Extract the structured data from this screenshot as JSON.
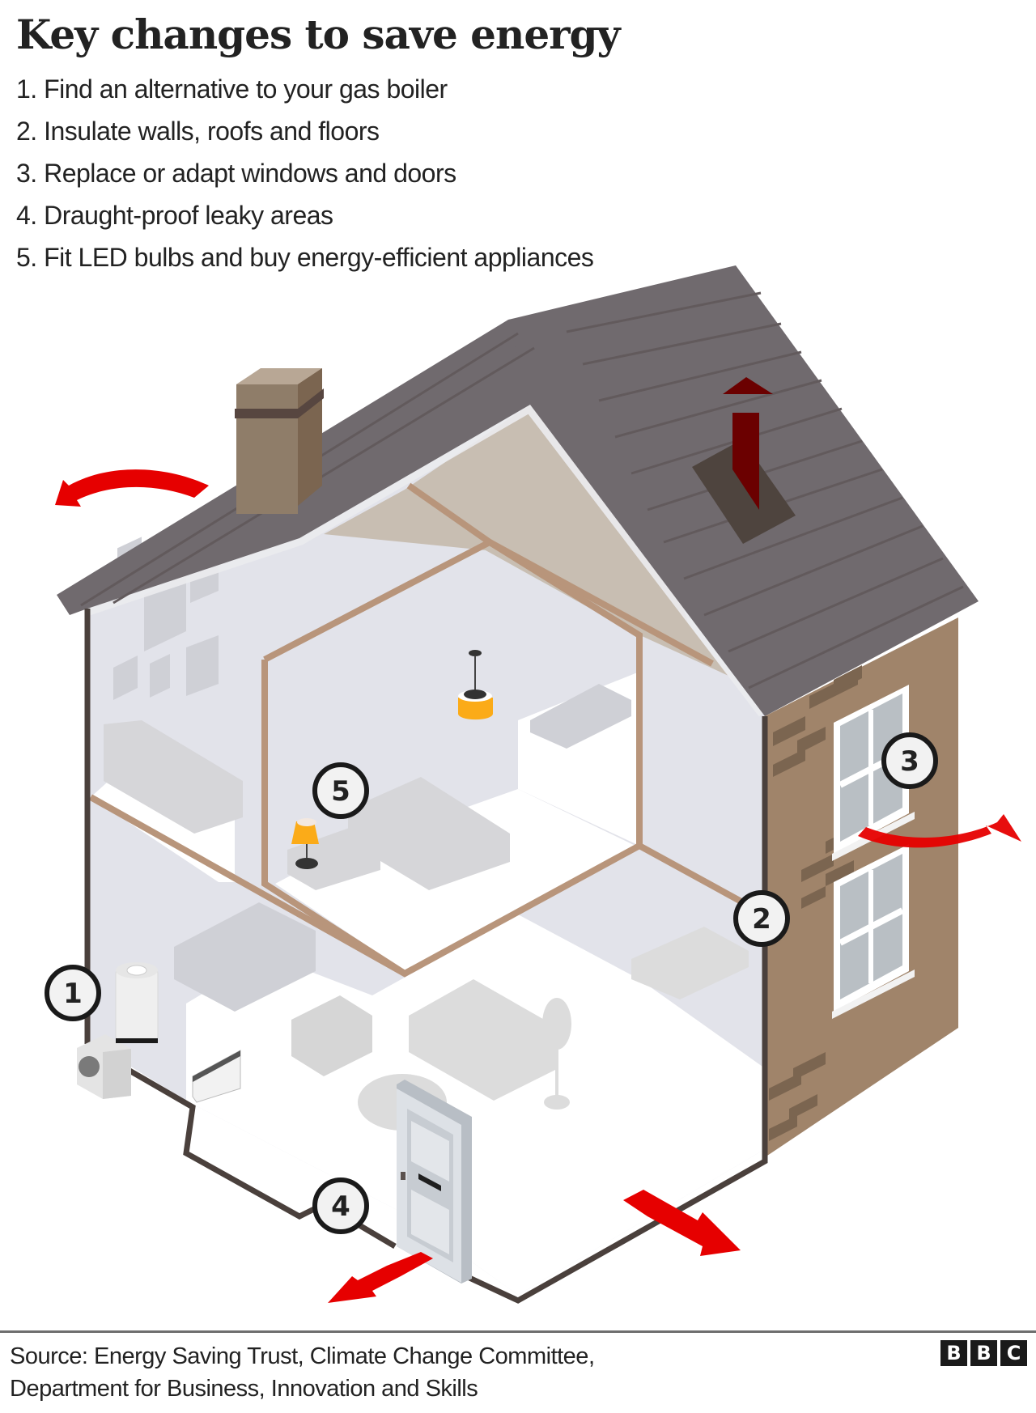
{
  "title": "Key changes to save energy",
  "steps": [
    {
      "number": "1",
      "label": "1. Find an alternative to your gas boiler"
    },
    {
      "number": "2",
      "label": "2. Insulate walls, roofs and floors"
    },
    {
      "number": "3",
      "label": "3. Replace or adapt windows and doors"
    },
    {
      "number": "4",
      "label": "4. Draught-proof leaky areas"
    },
    {
      "number": "5",
      "label": "5. Fit LED bulbs and buy energy-efficient appliances"
    }
  ],
  "illustration": {
    "subject": "cutaway-house",
    "badges": [
      "1",
      "2",
      "3",
      "4",
      "5"
    ],
    "heat_loss_arrows": [
      "roof-left-arrow",
      "roof-vent-up-arrow",
      "window-right-arrow",
      "door-front-arrow",
      "floor-right-arrow"
    ],
    "colors": {
      "roof": "#706a6e",
      "roof_lines": "#625a5c",
      "brick_wall": "#a0846a",
      "brick_dark": "#7b6550",
      "interior_wall": "#e2e3ea",
      "insulation": "#c8beb2",
      "timber_frame": "#b8957b",
      "outline": "#4a403c",
      "heat_arrow": "#e60000",
      "heat_arrow_dark": "#6b0000",
      "lamp_shade": "#fbab18",
      "chimney": "#8f7d69"
    }
  },
  "footer": {
    "source_line1": "Source: Energy Saving Trust, Climate Change Committee,",
    "source_line2": "Department for Business, Innovation and Skills",
    "logo": [
      "B",
      "B",
      "C"
    ]
  }
}
